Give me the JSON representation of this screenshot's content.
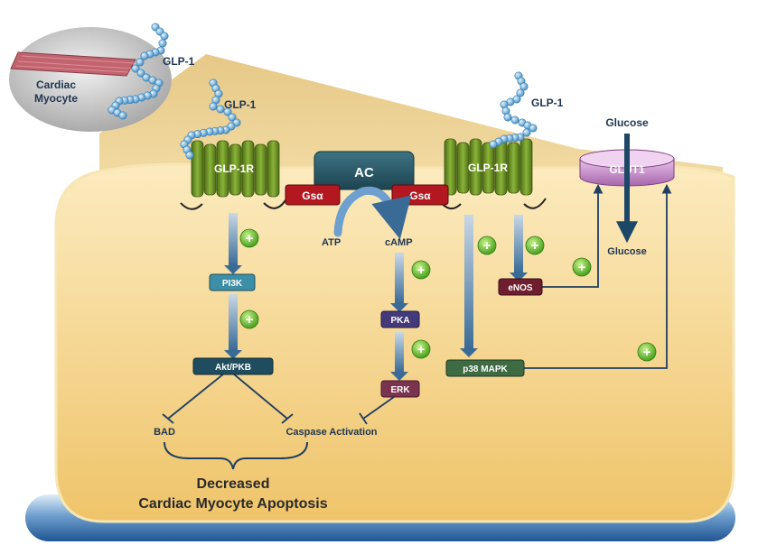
{
  "inset": {
    "myocyte_label_line1": "Cardiac",
    "myocyte_label_line2": "Myocyte",
    "ligand_label": "GLP-1"
  },
  "receptor_left": {
    "ligand_label": "GLP-1",
    "receptor_label": "GLP-1R",
    "g_protein_label": "Gsα"
  },
  "receptor_right": {
    "ligand_label": "GLP-1",
    "receptor_label": "GLP-1R",
    "g_protein_label": "Gsα"
  },
  "adenylyl_cyclase": {
    "label": "AC",
    "substrate_label": "ATP",
    "product_label": "cAMP"
  },
  "glucose_transport": {
    "outside_label": "Glucose",
    "transporter_label": "GLUT1",
    "inside_label": "Glucose"
  },
  "nodes": {
    "pi3k": "PI3K",
    "akt": "Akt/PKB",
    "pka": "PKA",
    "erk": "ERK",
    "enos": "eNOS",
    "p38": "p38 MAPK"
  },
  "outcomes": {
    "bad": "BAD",
    "caspase": "Caspase Activation",
    "title_line1": "Decreased",
    "title_line2": "Cardiac Myocyte Apoptosis"
  },
  "plus_sign": "+",
  "colors": {
    "cytoplasm": "#f5d58a",
    "receptor": "#6a8f1f",
    "g_protein": "#b3171f",
    "ac_box": "#27515d",
    "glut1": "#c387c6",
    "pi3k": "#3d8fa8",
    "akt": "#1f4c5e",
    "pka": "#443a7a",
    "erk": "#7b3450",
    "enos": "#6e1e2e",
    "p38": "#3e6a44",
    "activation_plus": "#5cc21c",
    "membrane_bead": "#6eb8e0",
    "base_band": "#2e68a2",
    "pathway_line": "#1f3f63"
  }
}
